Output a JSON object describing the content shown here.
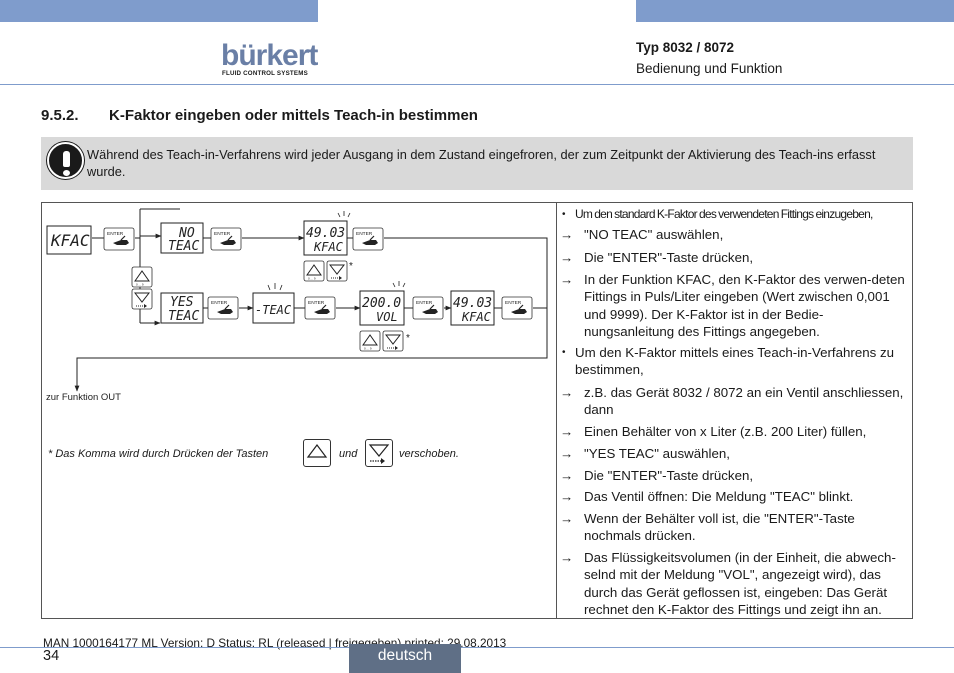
{
  "header": {
    "logo_text": "bürkert",
    "logo_tagline": "FLUID CONTROL SYSTEMS",
    "doc_title": "Typ 8032 / 8072",
    "doc_subtitle": "Bedienung und Funktion"
  },
  "section": {
    "number": "9.5.2.",
    "title": "K-Faktor eingeben oder mittels Teach-in bestimmen"
  },
  "warning": {
    "icon": "exclamation-icon",
    "text": "Während des Teach-in-Verfahrens wird jeder Ausgang in dem Zustand eingefroren, der zum Zeitpunkt der Aktivierung des Teach-ins erfasst wurde."
  },
  "diagram": {
    "displays": {
      "kfac": "KFAC",
      "no_teac_1": "NO",
      "no_teac_2": "TEAC",
      "kval_1_1": "49.03",
      "kval_1_2": "KFAC",
      "yes_teac_1": "YES",
      "yes_teac_2": "TEAC",
      "teac_blink": "-TEAC",
      "vol_1": "200.0",
      "vol_2": "VOL",
      "kval_2_1": "49.03",
      "kval_2_2": "KFAC"
    },
    "enter_label": "ENTER",
    "asterisk": "*",
    "exit_label": "zur Funktion OUT",
    "icons": {
      "enter_key": "hand-press-icon",
      "up_key": "triangle-up-icon",
      "down_key": "triangle-down-icon"
    }
  },
  "footnote": {
    "prefix": "* Das Komma wird durch Drücken der Tasten",
    "middle": "und",
    "suffix": "verschoben."
  },
  "instructions": [
    {
      "type": "bullet",
      "marker": "•",
      "text": "Um den standard K-Faktor des verwendeten Fittings einzugeben,"
    },
    {
      "type": "arrow",
      "marker": "→",
      "text": "\"NO TEAC\" auswählen,"
    },
    {
      "type": "arrow",
      "marker": "→",
      "text": "Die \"ENTER\"-Taste drücken,"
    },
    {
      "type": "arrow",
      "marker": "→",
      "text": "In der Funktion KFAC, den K-Faktor des verwen-deten Fittings in Puls/Liter eingeben (Wert zwischen 0,001 und 9999). Der K-Faktor ist in der Bedie-nungsanleitung des Fittings angegeben."
    },
    {
      "type": "bullet",
      "marker": "•",
      "text": "Um den K-Faktor mittels eines Teach-in-Verfahrens zu bestimmen,"
    },
    {
      "type": "arrow",
      "marker": "→",
      "text": "z.B. das Gerät 8032 / 8072 an ein Ventil anschliessen, dann"
    },
    {
      "type": "arrow",
      "marker": "→",
      "text": "Einen Behälter von x Liter (z.B. 200 Liter) füllen,"
    },
    {
      "type": "arrow",
      "marker": "→",
      "text": "\"YES TEAC\" auswählen,"
    },
    {
      "type": "arrow",
      "marker": "→",
      "text": "Die \"ENTER\"-Taste drücken,"
    },
    {
      "type": "arrow",
      "marker": "→",
      "text": "Das Ventil öffnen: Die Meldung \"TEAC\" blinkt."
    },
    {
      "type": "arrow",
      "marker": "→",
      "text": "Wenn der Behälter voll ist, die \"ENTER\"-Taste nochmals drücken."
    },
    {
      "type": "arrow",
      "marker": "→",
      "text": "Das Flüssigkeitsvolumen (in der Einheit, die abwech-selnd mit der Meldung \"VOL\", angezeigt wird), das durch das Gerät geflossen ist, eingeben: Das Gerät rechnet den K-Faktor des Fittings und zeigt ihn an."
    }
  ],
  "footer": {
    "meta": "MAN  1000164177  ML  Version: D Status: RL (released | freigegeben)  printed: 29.08.2013",
    "page_number": "34",
    "language": "deutsch"
  }
}
